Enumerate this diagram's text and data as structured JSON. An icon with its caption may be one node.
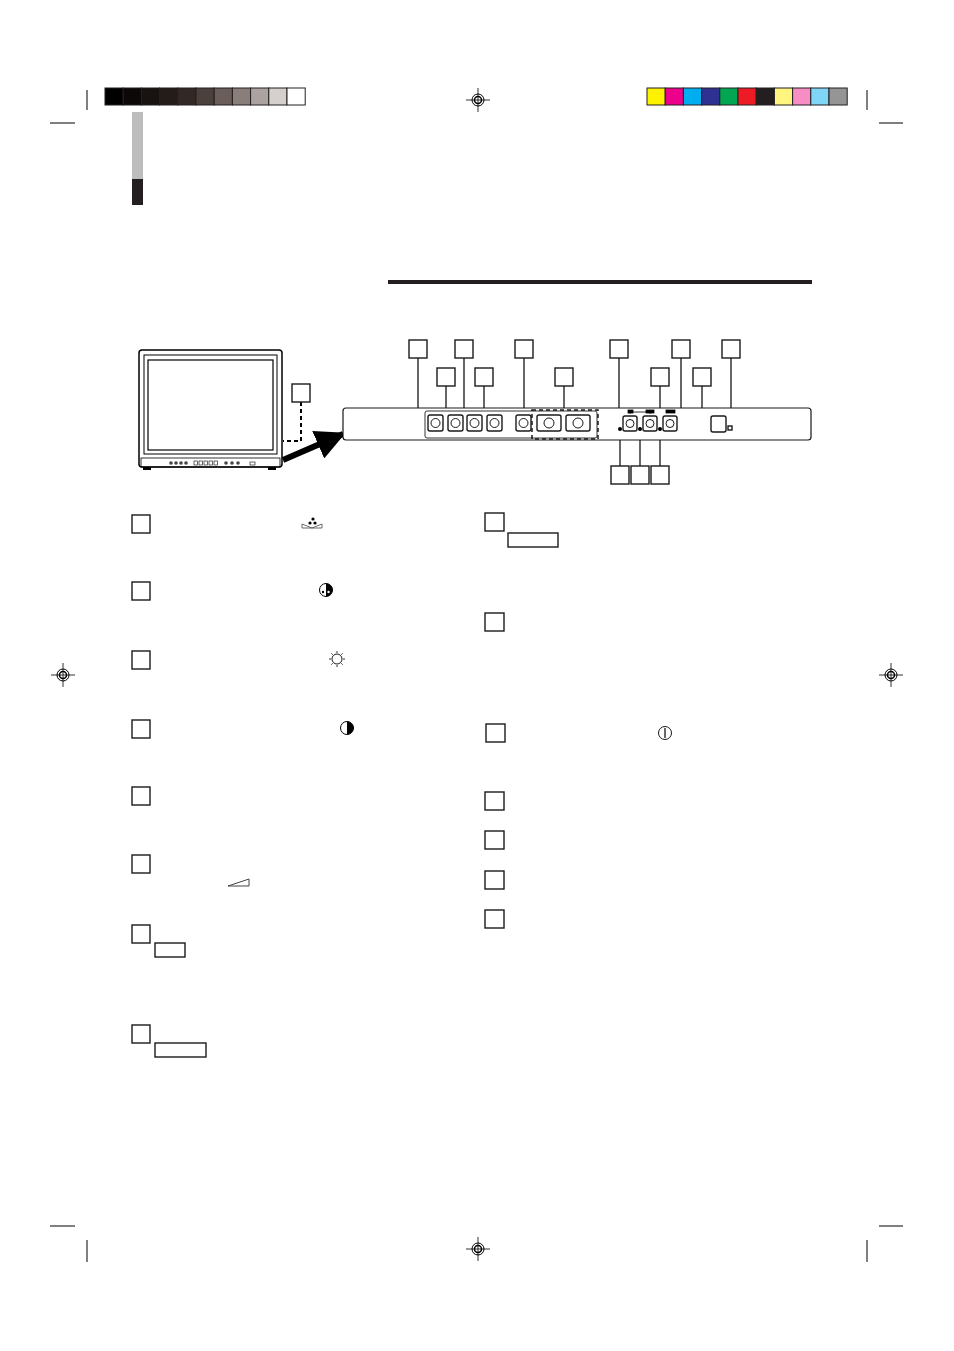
{
  "diagram": {
    "nodes": [
      {
        "text": [],
        "shape": "picture"
      },
      {
        "text": [],
        "shape": "box"
      },
      {
        "text": [],
        "shape": "box"
      },
      {
        "text": [],
        "shape": "box",
        "in": 2
      },
      {
        "text": [],
        "shape": "box",
        "in": 2
      },
      {
        "text": [],
        "shape": "box",
        "in": 2
      },
      {
        "text": [],
        "shape": "box",
        "in": 2
      },
      {
        "text": [],
        "shape": "box",
        "in": 2
      },
      {
        "text": [],
        "shape": "box",
        "in": 2
      },
      {
        "text": [],
        "shape": "box",
        "in": 3
      },
      {
        "text": [],
        "shape": "box",
        "in": 3
      },
      {
        "text": [],
        "shape": "box",
        "in": 2
      },
      {
        "text": [],
        "shape": "box",
        "in": 2
      },
      {
        "text": [],
        "shape": "box",
        "in": 2
      },
      {
        "text": [],
        "shape": "box",
        "in": 2
      },
      {
        "text": [],
        "shape": "box",
        "in": 2
      },
      {
        "text": [],
        "shape": "circle",
        "in": 2
      },
      {
        "text": [],
        "shape": "circle",
        "in": 2
      },
      {
        "text": [],
        "shape": "circle",
        "in": 2
      },
      {
        "text": [],
        "shape": "box"
      },
      {
        "text": [],
        "shape": "box"
      },
      {
        "text": [],
        "shape": "box"
      },
      {
        "text": [],
        "shape": "box"
      },
      {
        "text": [],
        "shape": "box"
      },
      {
        "text": [],
        "shape": "box"
      },
      {
        "text": [],
        "shape": "box"
      },
      {
        "text": [],
        "shape": "box"
      },
      {
        "text": [],
        "shape": "box"
      },
      {
        "text": [],
        "shape": "box"
      },
      {
        "text": [],
        "shape": "box"
      },
      {
        "text": [],
        "shape": "box"
      },
      {
        "text": [],
        "shape": "box"
      },
      {
        "text": [],
        "shape": "box"
      },
      {
        "text": [],
        "shape": "box"
      },
      {
        "text": [],
        "shape": "box"
      },
      {
        "text": [],
        "shape": "box"
      },
      {
        "text": [],
        "shape": "box"
      },
      {
        "text": [],
        "shape": "box"
      },
      {
        "text": [],
        "shape": "box"
      },
      {
        "text": [],
        "shape": "box"
      },
      {
        "text": [],
        "shape": "box"
      },
      {
        "text": [],
        "shape": "box"
      },
      {
        "text": [],
        "shape": "box"
      },
      {
        "text": [],
        "shape": "box"
      },
      {
        "text": [],
        "shape": "box"
      },
      {
        "text": [],
        "shape": "box"
      },
      {
        "text": [],
        "shape": "box"
      },
      {
        "text": [],
        "shape": "box"
      },
      {
        "text": [],
        "shape": "box"
      },
      {
        "text": [],
        "shape": "box"
      },
      {
        "text": [],
        "shape": "box"
      }
    ],
    "edges": [
      {
        "from": 0,
        "to": 2,
        "arrow": "to",
        "style": "thick"
      },
      {
        "from": 1,
        "to": 0,
        "arrow": "none",
        "style": "dashed"
      },
      {
        "from": 19,
        "to": 4,
        "arrow": "none"
      },
      {
        "from": 25,
        "to": 5,
        "arrow": "none"
      },
      {
        "from": 20,
        "to": 6,
        "arrow": "none"
      },
      {
        "from": 26,
        "to": 7,
        "arrow": "none"
      },
      {
        "from": 21,
        "to": 8,
        "arrow": "none"
      },
      {
        "from": 27,
        "to": 3,
        "arrow": "none"
      },
      {
        "from": 22,
        "to": 11,
        "arrow": "none"
      },
      {
        "from": 28,
        "to": 12,
        "arrow": "none"
      },
      {
        "from": 23,
        "to": 13,
        "arrow": "none"
      },
      {
        "from": 29,
        "to": 14,
        "arrow": "none"
      },
      {
        "from": 24,
        "to": 15,
        "arrow": "none"
      },
      {
        "from": 30,
        "to": 16,
        "arrow": "none"
      },
      {
        "from": 31,
        "to": 17,
        "arrow": "none"
      },
      {
        "from": 32,
        "to": 18,
        "arrow": "none"
      }
    ]
  }
}
